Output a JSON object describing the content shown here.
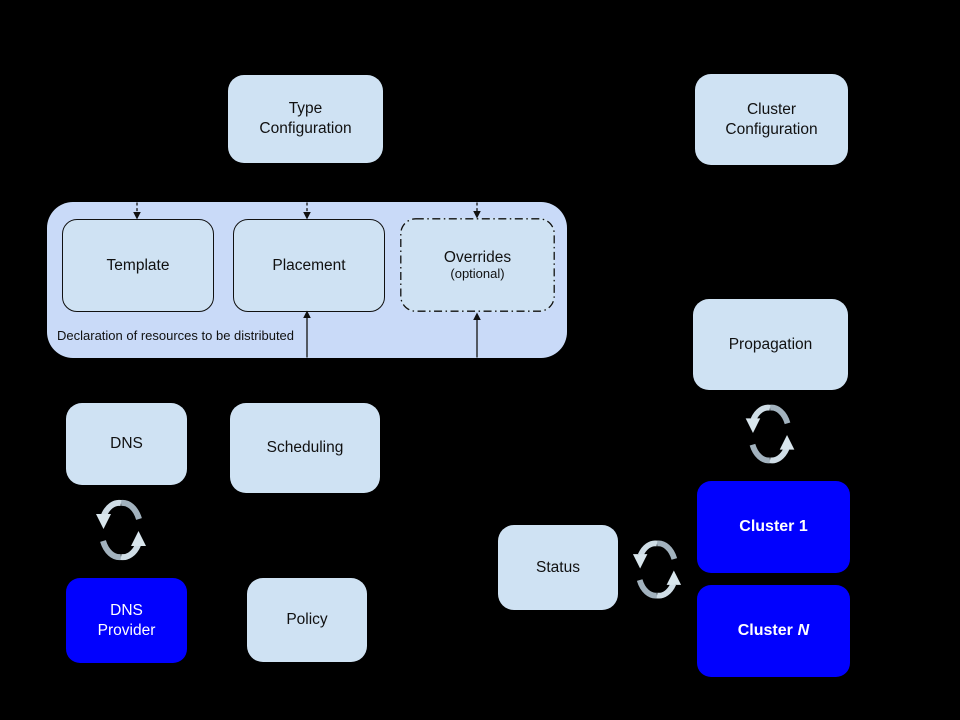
{
  "colors": {
    "background": "#000000",
    "box_fill": "#cfe2f3",
    "container_fill": "#c9daf8",
    "accent_blue": "#0101fe",
    "text_dark": "#111111",
    "text_light": "#ffffff",
    "arrow_dark": "#111111",
    "sync_dark": "#a2b2be",
    "sync_light": "#cfdde6",
    "sync_head": "#d9e6ed"
  },
  "nodes": {
    "type_configuration": {
      "line1": "Type",
      "line2": "Configuration"
    },
    "cluster_configuration": {
      "line1": "Cluster",
      "line2": "Configuration"
    },
    "template": {
      "label": "Template"
    },
    "placement": {
      "label": "Placement"
    },
    "overrides": {
      "title": "Overrides",
      "subtitle": "(optional)"
    },
    "declaration_caption": "Declaration of resources to be distributed",
    "dns": {
      "label": "DNS"
    },
    "scheduling": {
      "label": "Scheduling"
    },
    "dns_provider": {
      "line1": "DNS",
      "line2": "Provider"
    },
    "policy": {
      "label": "Policy"
    },
    "propagation": {
      "label": "Propagation"
    },
    "status": {
      "label": "Status"
    },
    "cluster_1": {
      "label": "Cluster 1"
    },
    "cluster_n": {
      "prefix": "Cluster",
      "suffix": "N"
    }
  },
  "icons": {
    "sync": "two curved arrows forming a circular sync/refresh symbol"
  }
}
